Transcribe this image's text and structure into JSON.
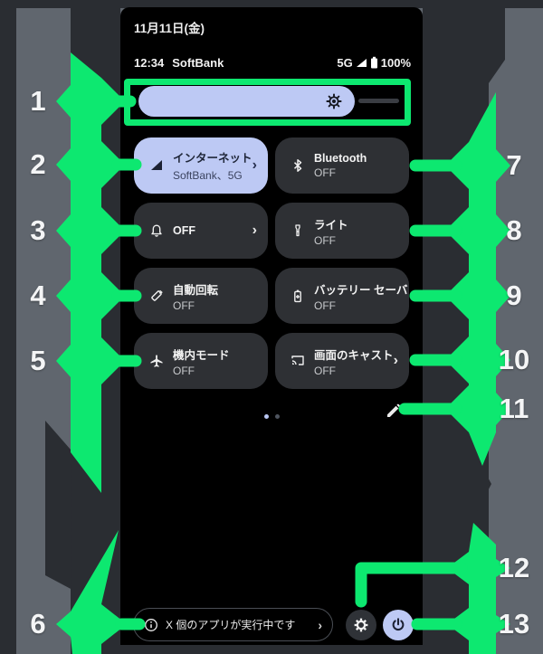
{
  "status_bar": {
    "date": "11月11日(金)",
    "time": "12:34",
    "carrier": "SoftBank",
    "network": "5G",
    "battery": "100%"
  },
  "brightness_slider": {
    "value_percent": 75
  },
  "tiles": [
    {
      "title": "インターネット",
      "subtitle": "SoftBank、5G",
      "icon": "signal-triangle",
      "chevron": "›",
      "state": "on"
    },
    {
      "title": "Bluetooth",
      "subtitle": "OFF",
      "icon": "bluetooth",
      "state": "off"
    },
    {
      "title": "OFF",
      "subtitle": "",
      "icon": "bell",
      "chevron": "›",
      "state": "off"
    },
    {
      "title": "ライト",
      "subtitle": "OFF",
      "icon": "flashlight",
      "state": "off"
    },
    {
      "title": "自動回転",
      "subtitle": "OFF",
      "icon": "auto-rotate",
      "state": "off"
    },
    {
      "title": "バッテリー セーバ",
      "subtitle": "OFF",
      "icon": "battery-saver",
      "state": "off"
    },
    {
      "title": "機内モード",
      "subtitle": "OFF",
      "icon": "airplane",
      "state": "off"
    },
    {
      "title": "画面のキャスト",
      "subtitle": "OFF",
      "icon": "cast",
      "chevron": "›",
      "state": "off"
    }
  ],
  "pager": {
    "dot_count": 2,
    "active_dot": 1
  },
  "footer": {
    "running_apps": "X 個のアプリが実行中です",
    "chevron": "›"
  },
  "annotations": {
    "left": [
      "1",
      "2",
      "3",
      "4",
      "5",
      "6"
    ],
    "right": [
      "7",
      "8",
      "9",
      "10",
      "11",
      "12",
      "13"
    ]
  },
  "colors": {
    "highlight_green": "#0de870",
    "tile_active": "#bdc9f4",
    "tile_inactive": "#2e3034",
    "background_gray": "#60666e",
    "backdrop_charcoal": "#2a2d32"
  }
}
